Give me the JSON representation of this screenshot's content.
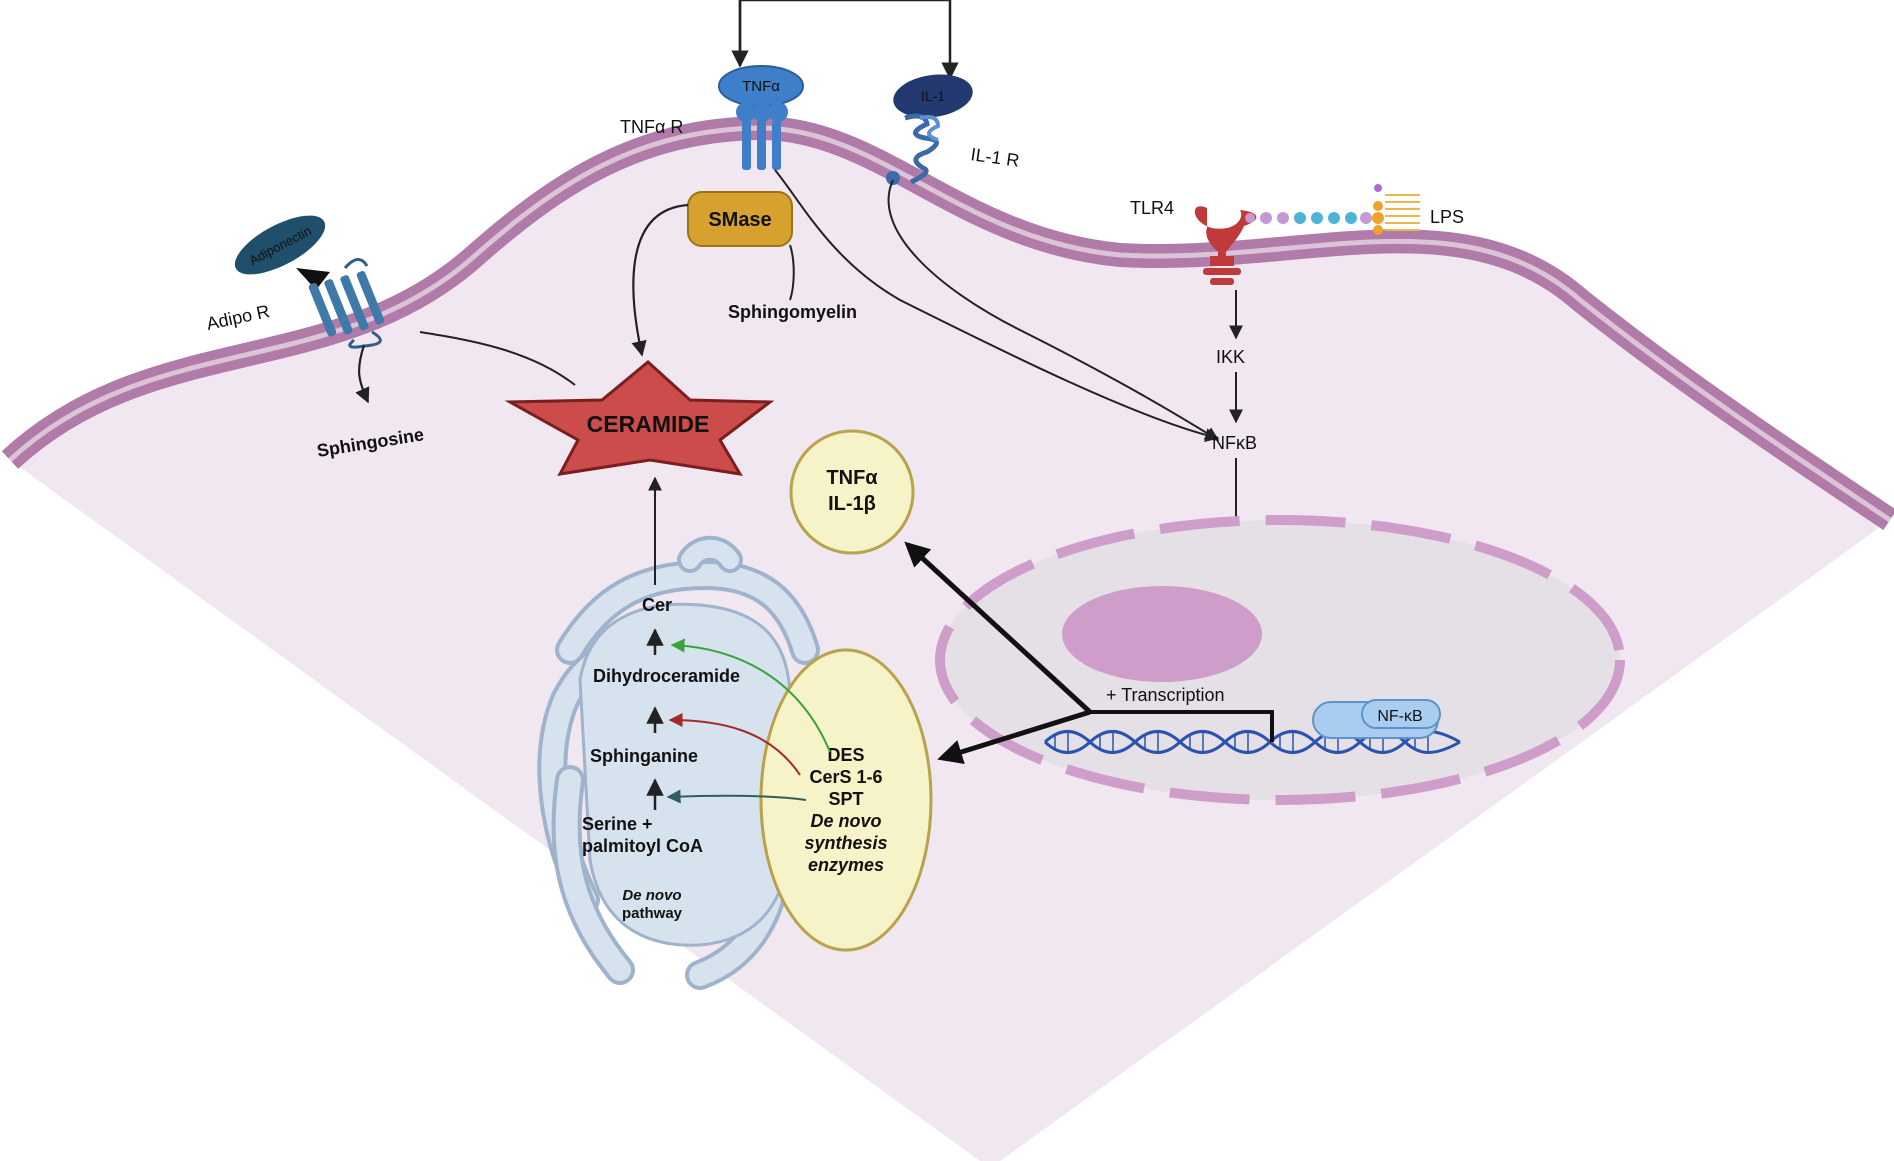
{
  "colors": {
    "cytoplasm": "#f1e7f1",
    "membrane": "#b07aa9",
    "membrane_edge": "#8e5588",
    "ceramide": "#cc4b4b",
    "smase": "#d6a12e",
    "tnfa": "#3f7fc9",
    "il1": "#22386e",
    "tlr4": "#c0393b",
    "adiponectin": "#1f4f6b",
    "des": "#3aa33a",
    "cers": "#a52a2a",
    "spt": "#2e5e5e",
    "er_fill": "#d7e2ef",
    "er_edge": "#9fb3cc",
    "nucleus": "#e5e0e6",
    "nucleolus": "#cf9dca",
    "enzyme_oval": "#f7f3c8",
    "enzyme_edge": "#b8a24a",
    "dna": "#2a53b0",
    "nfkb": "#a8cdf0"
  },
  "labels": {
    "tnfa_ligand": "TNFα",
    "il1_ligand": "IL-1",
    "tnfa_receptor": "TNFα R",
    "il1_receptor": "IL-1 R",
    "tlr4": "TLR4",
    "lps": "LPS",
    "adiponectin": "Adiponectin",
    "adipo_receptor": "Adipo R",
    "smase": "SMase",
    "sphingomyelin": "Sphingomyelin",
    "sphingosine": "Sphingosine",
    "ceramide": "CERAMIDE",
    "ikk": "IKK",
    "nfkb_cyto": "NFκB",
    "cytokine_line1": "TNFα",
    "cytokine_line2": "IL-1β",
    "transcription": "+ Transcription",
    "nfkb_nuclear": "NF-κB",
    "cer": "Cer",
    "dihydroceramide": "Dihydroceramide",
    "sphinganine": "Sphinganine",
    "serine_line1": "Serine +",
    "serine_line2": "palmitoyl CoA",
    "denovo_pathway_line1": "De novo",
    "denovo_pathway_line2": "pathway",
    "des": "DES",
    "cers": "CerS 1-6",
    "spt": "SPT",
    "enzymes_line1": "De novo",
    "enzymes_line2": "synthesis",
    "enzymes_line3": "enzymes"
  }
}
